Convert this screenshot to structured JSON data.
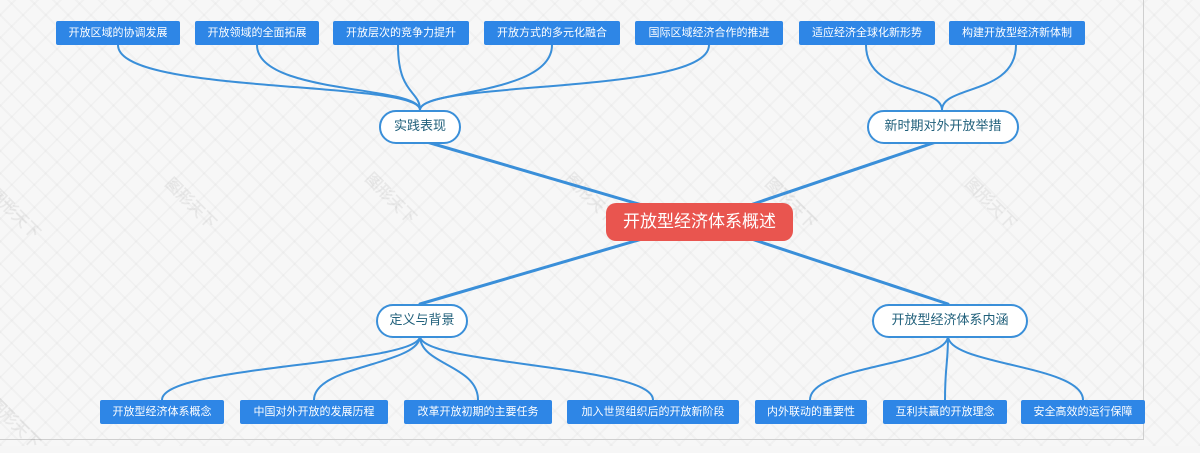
{
  "center": {
    "label": "开放型经济体系概述"
  },
  "branches": {
    "practice": {
      "label": "实践表现"
    },
    "newera": {
      "label": "新时期对外开放举措"
    },
    "definition": {
      "label": "定义与背景"
    },
    "connotation": {
      "label": "开放型经济体系内涵"
    }
  },
  "leaves": {
    "practice": [
      "开放区域的协调发展",
      "开放领域的全面拓展",
      "开放层次的竞争力提升",
      "开放方式的多元化融合",
      "国际区域经济合作的推进"
    ],
    "newera": [
      "适应经济全球化新形势",
      "构建开放型经济新体制"
    ],
    "definition": [
      "开放型经济体系概念",
      "中国对外开放的发展历程",
      "改革开放初期的主要任务",
      "加入世贸组织后的开放新阶段"
    ],
    "connotation": [
      "内外联动的重要性",
      "互利共赢的开放理念",
      "安全高效的运行保障"
    ]
  },
  "watermark": "图形天下",
  "colors": {
    "center": "#e9554f",
    "leaf": "#2e86e6",
    "line": "#3a8fd9"
  }
}
